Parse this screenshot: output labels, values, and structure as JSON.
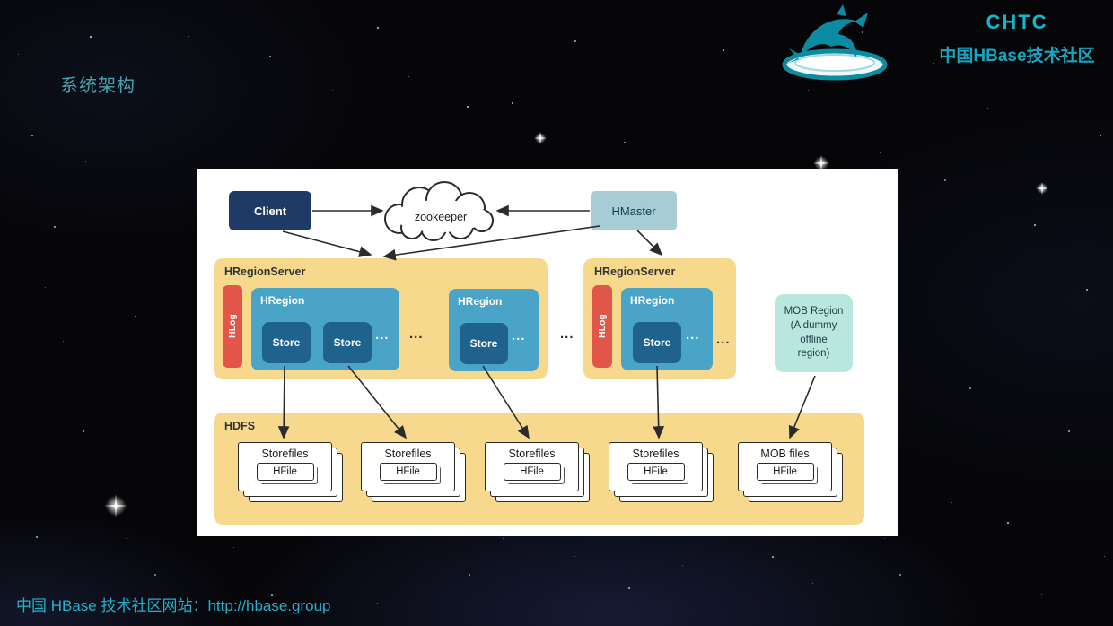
{
  "page": {
    "title": "系统架构",
    "footer": "中国 HBase 技术社区网站：http://hbase.group"
  },
  "logo": {
    "name": "CHTC",
    "subtitle": "中国HBase技术社区"
  },
  "diagram": {
    "client": "Client",
    "zookeeper": "zookeeper",
    "hmaster": "HMaster",
    "ellipsis": "...",
    "servers": [
      {
        "label": "HRegionServer",
        "hlog": "HLog",
        "regions": [
          {
            "label": "HRegion",
            "stores": [
              "Store",
              "Store"
            ]
          },
          {
            "label": "HRegion",
            "stores": [
              "Store"
            ]
          }
        ]
      },
      {
        "label": "HRegionServer",
        "hlog": "HLog",
        "regions": [
          {
            "label": "HRegion",
            "stores": [
              "Store"
            ]
          }
        ]
      }
    ],
    "mob_region": "MOB Region\n(A dummy\noffline\nregion)",
    "hdfs": {
      "label": "HDFS",
      "stacks": [
        {
          "title": "Storefiles",
          "file": "HFile"
        },
        {
          "title": "Storefiles",
          "file": "HFile"
        },
        {
          "title": "Storefiles",
          "file": "HFile"
        },
        {
          "title": "Storefiles",
          "file": "HFile"
        },
        {
          "title": "MOB files",
          "file": "HFile"
        }
      ]
    }
  },
  "colors": {
    "accent_teal": "#14b6cc",
    "title_teal": "#46a3b2",
    "panel_bg": "#ffffff",
    "server_yellow": "#f6d98c",
    "hlog_red": "#e25549",
    "region_blue": "#4aa4c8",
    "store_blue": "#1f628e",
    "client_navy": "#1e3a66",
    "hmaster_blue": "#a6ccd6",
    "mob_teal": "#b9e6dd"
  }
}
